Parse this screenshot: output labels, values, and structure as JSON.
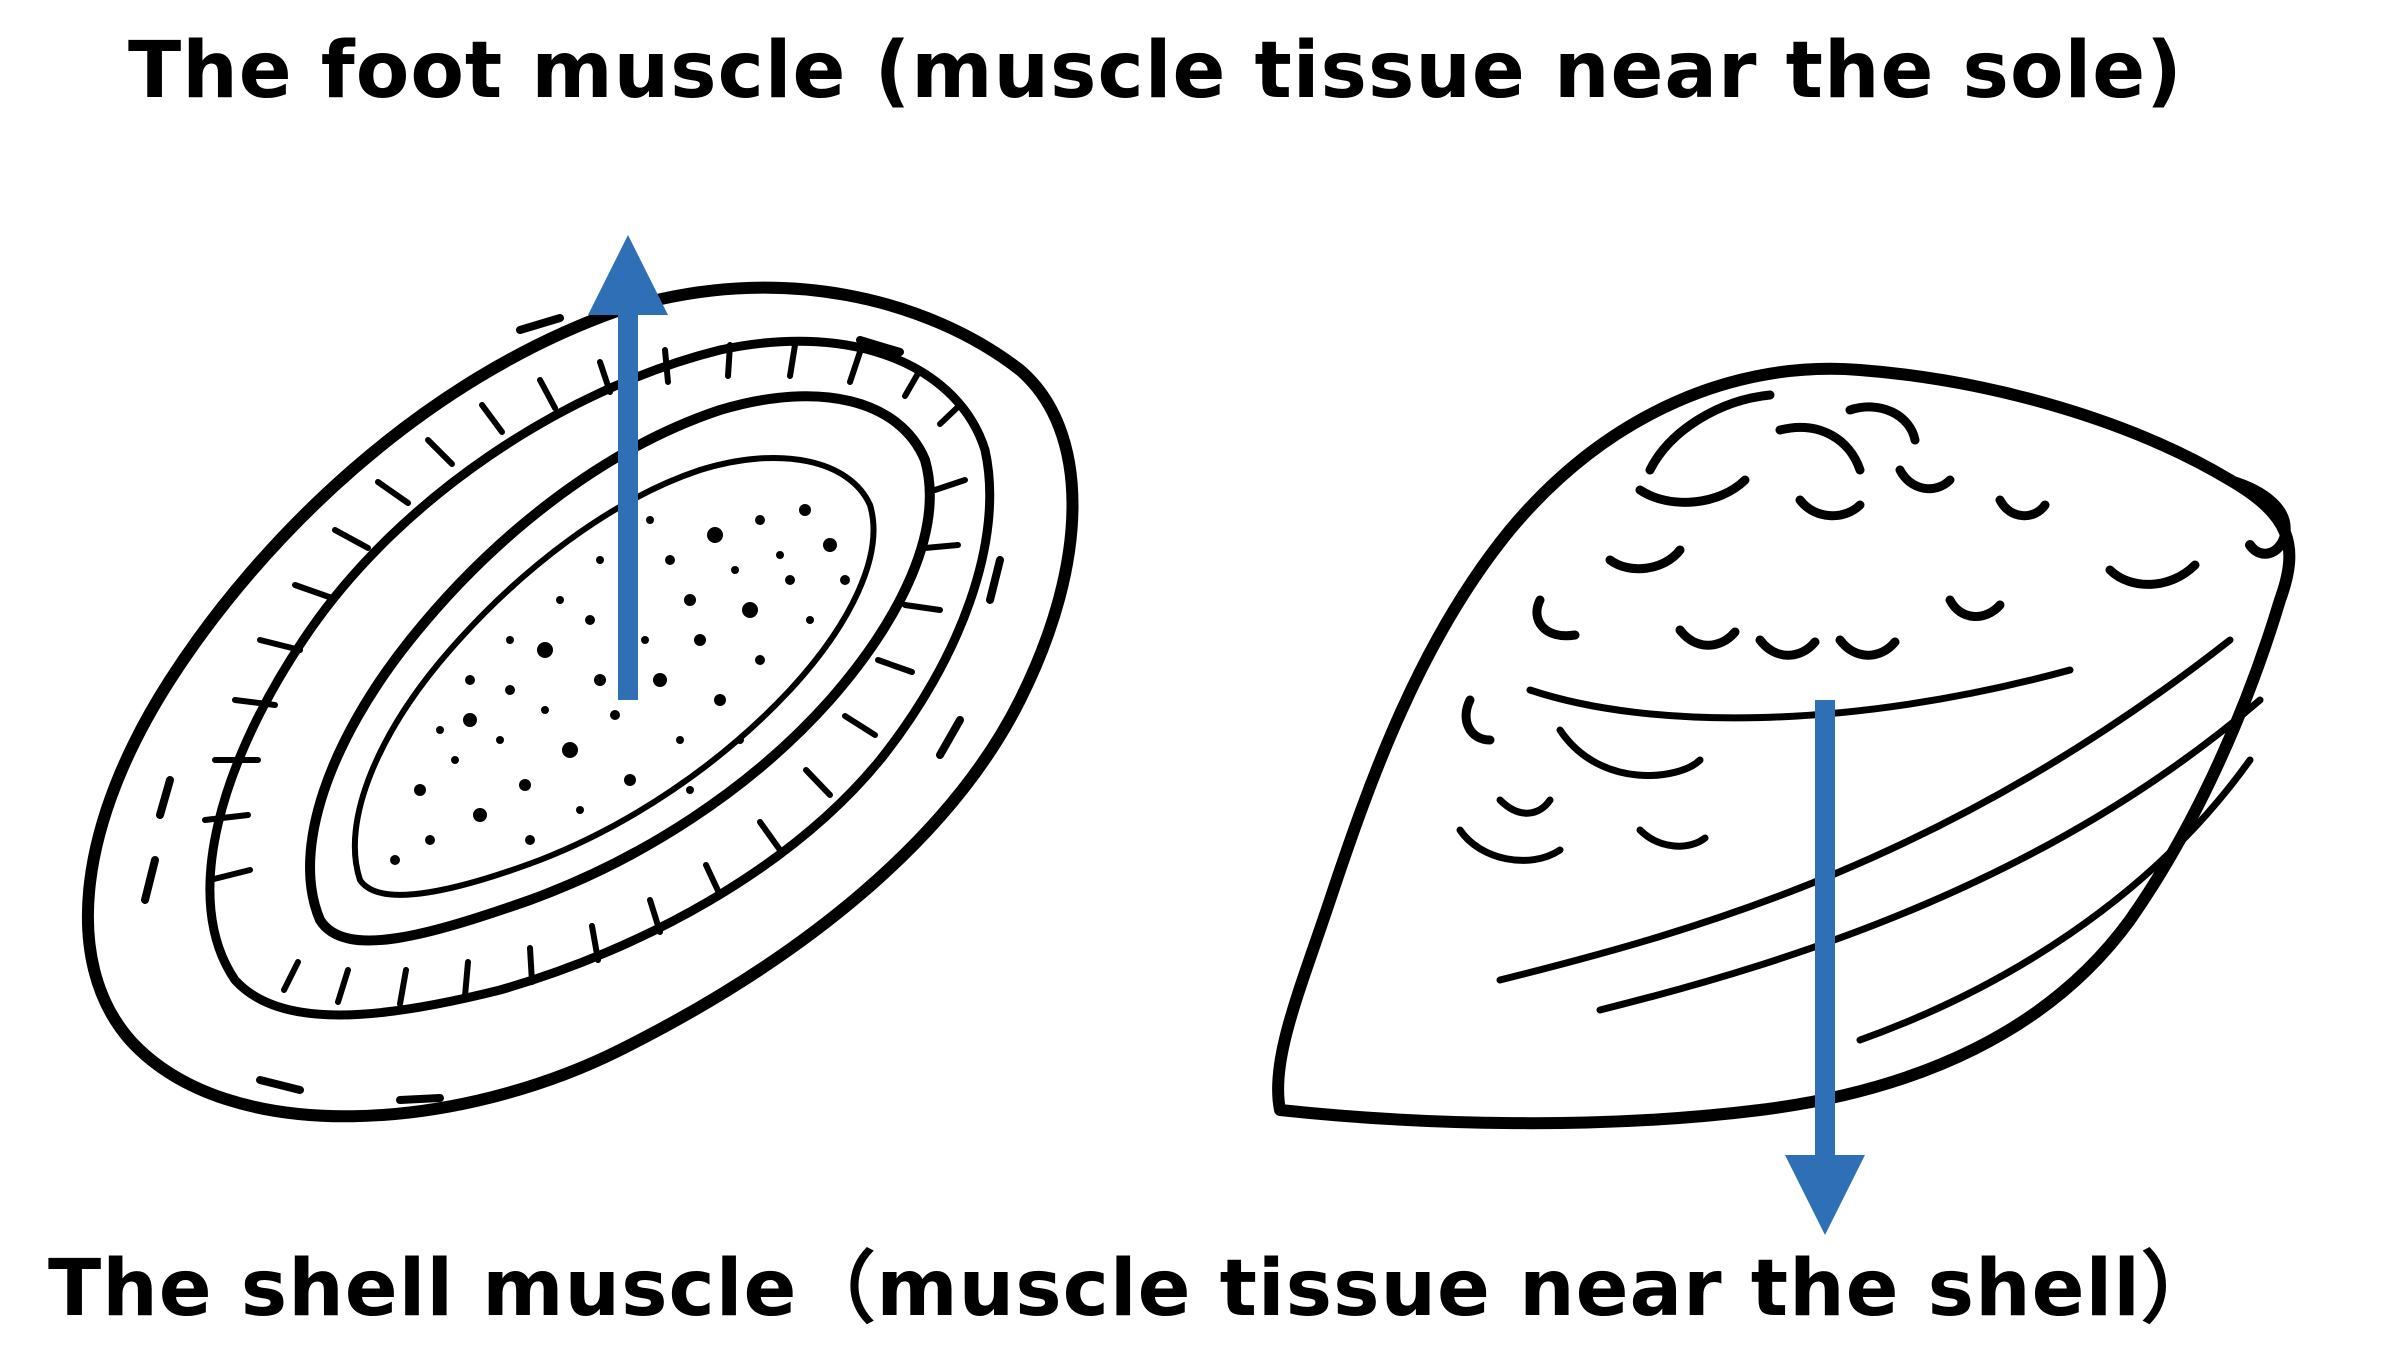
{
  "labels": {
    "top": "The foot muscle (muscle tissue near the sole)",
    "bottom": "The shell muscle（muscle tissue near the shell）"
  },
  "colors": {
    "arrow": "#2e6fb6",
    "ink": "#000000",
    "background": "#ffffff"
  },
  "figures": {
    "left": "abalone-ventral-view",
    "right": "abalone-dorsal-shell-view"
  }
}
